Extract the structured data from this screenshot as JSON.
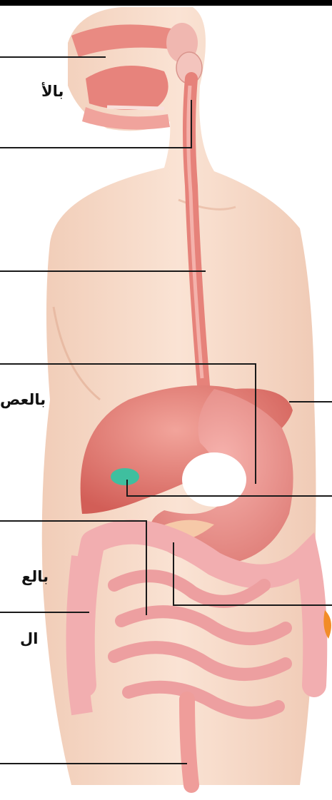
{
  "figure": {
    "subject": "human digestive system",
    "labels": [
      {
        "id": "mouth",
        "text": "بالأ"
      },
      {
        "id": "liver",
        "text": "بالعص"
      },
      {
        "id": "intestine",
        "text": "بالع"
      },
      {
        "id": "lower",
        "text": "ال"
      }
    ]
  },
  "colors": {
    "skin": "#f7dccb",
    "organ": "#e98a82",
    "organ_dark": "#d2605a",
    "intestine": "#f2aeb0",
    "gallbladder": "#3fbf9f",
    "accent": "#f28c28"
  }
}
